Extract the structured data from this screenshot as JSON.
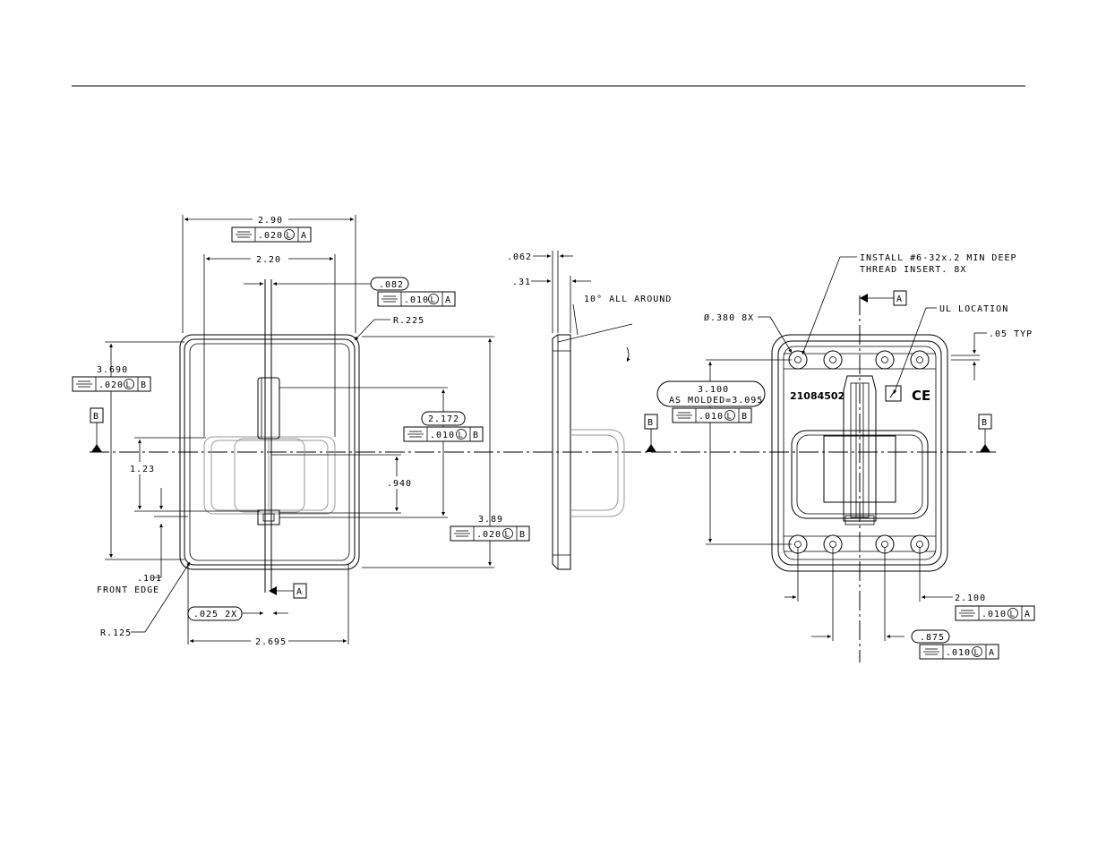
{
  "views": {
    "front": {
      "dims": {
        "w290": "2.90",
        "w220": "2.20",
        "t082": ".082",
        "r225": "R.225",
        "h3690": "3.690",
        "h2172": "2.172",
        "d123": "1.23",
        "d940": ".940",
        "h389": "3.89",
        "d101": ".101",
        "front_edge": "FRONT EDGE",
        "r125": "R.125",
        "d025": ".025 2X",
        "w2695": "2.695"
      },
      "fcf": {
        "w290": {
          "tol": ".020",
          "datum": "A"
        },
        "t082": {
          "tol": ".010",
          "datum": "A"
        },
        "h3690": {
          "tol": ".020",
          "datum": "B"
        },
        "h2172": {
          "tol": ".010",
          "datum": "B"
        },
        "h389": {
          "tol": ".020",
          "datum": "B"
        }
      },
      "datums": {
        "b": "B",
        "a": "A"
      }
    },
    "side": {
      "dims": {
        "d062": ".062",
        "d31": ".31",
        "angle": "10° ALL AROUND"
      }
    },
    "rear": {
      "notes": {
        "insert_line1": "INSTALL #6-32x.2 MIN DEEP",
        "insert_line2": "THREAD INSERT. 8X",
        "hole": "Ø.380 8X",
        "ul": "UL LOCATION",
        "typ": ".05 TYP",
        "part_number": "21084502",
        "ce": "CE"
      },
      "dims": {
        "h3100": "3.100",
        "as_molded": "AS MOLDED=3.095",
        "w2100": "2.100",
        "w875": ".875"
      },
      "fcf": {
        "h3100": {
          "tol": ".010",
          "datum": "B"
        },
        "w2100": {
          "tol": ".010",
          "datum": "A"
        },
        "w875": {
          "tol": ".010",
          "datum": "A"
        }
      },
      "datums": {
        "a": "A",
        "b_left": "B",
        "b_right": "B"
      }
    }
  },
  "symbols": {
    "position": "position-symbol",
    "lmc": "L",
    "datum": "datum-triangle"
  }
}
